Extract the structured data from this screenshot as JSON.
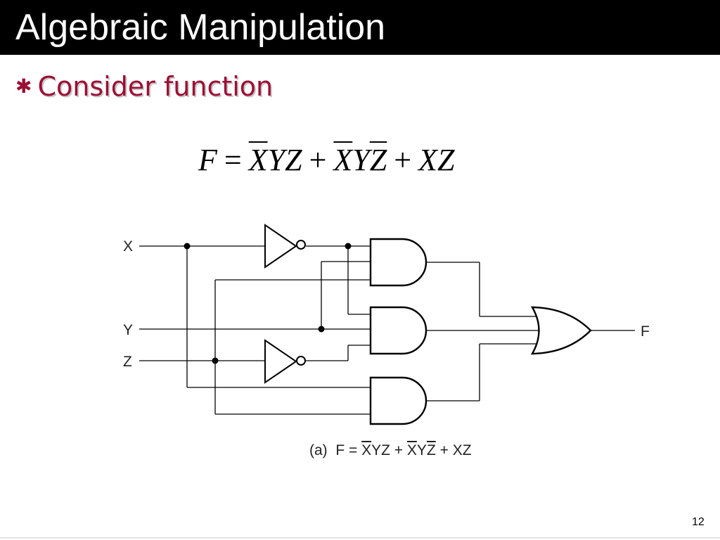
{
  "slide": {
    "title": "Algebraic Manipulation",
    "bullet_icon": "asterisk-bullet-icon",
    "bullet_text": "Consider function",
    "page_number": "12",
    "colors": {
      "title_bg": "#000000",
      "title_fg": "#ffffff",
      "bullet": "#9c0f34"
    }
  },
  "equation": {
    "lhs": "F",
    "eq": "=",
    "term1": {
      "x": "X",
      "rest": "YZ"
    },
    "plus1": "+",
    "term2": {
      "x": "X",
      "y": "Y",
      "z": "Z"
    },
    "plus2": "+",
    "term3": "XZ"
  },
  "circuit": {
    "inputs": [
      "X",
      "Y",
      "Z"
    ],
    "output": "F"
  },
  "caption": {
    "prefix": "(a)  F = ",
    "t1_bar": "X",
    "t1_rest": "YZ",
    "plus1": " + ",
    "t2_x": "X",
    "t2_y": "Y",
    "t2_z": "Z",
    "plus2": " + ",
    "t3": "XZ"
  }
}
